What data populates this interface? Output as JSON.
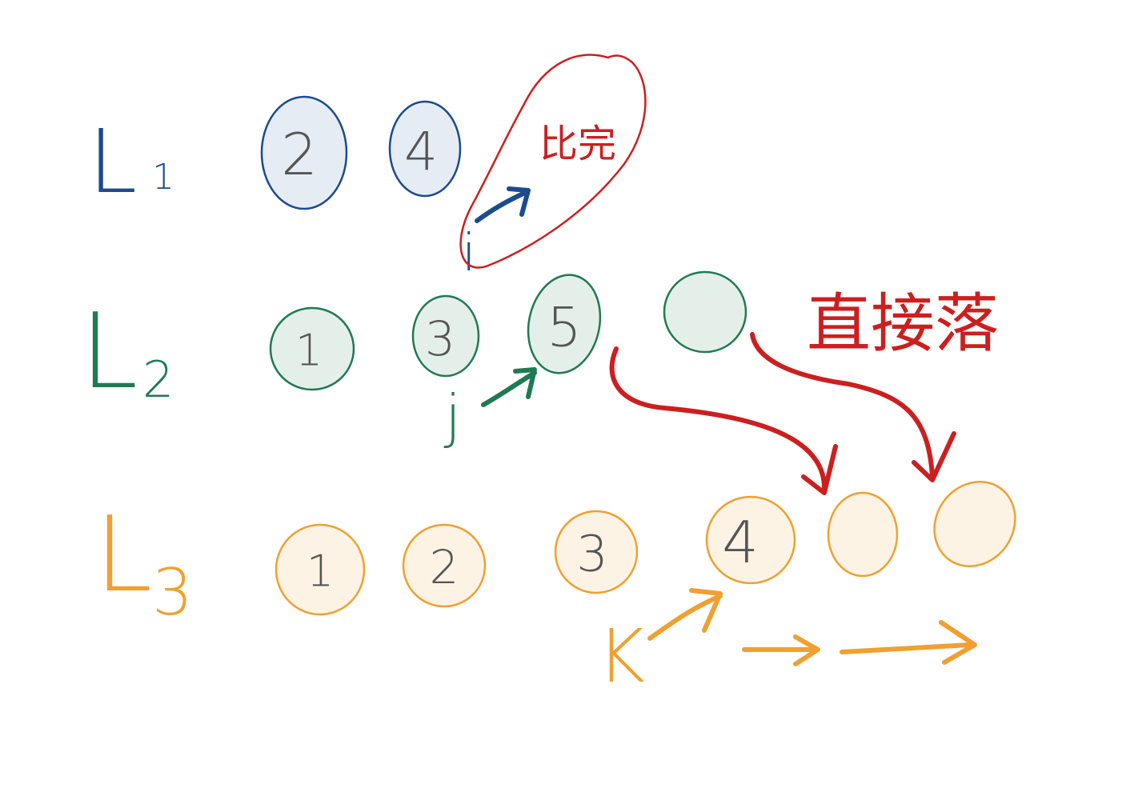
{
  "colors": {
    "list1": "#1b4b8f",
    "list1_fill": "#e6ecf4",
    "list2": "#1f7a52",
    "list2_fill": "#e5efe9",
    "list3": "#f0a030",
    "list3_fill": "#fdf3e5",
    "annotation": "#cc1f1f",
    "digit": "#555555"
  },
  "lists": [
    {
      "name": "L1",
      "label_letter": "L",
      "label_sub": "1",
      "nodes": [
        "2",
        "4"
      ]
    },
    {
      "name": "L2",
      "label_letter": "L",
      "label_sub": "2",
      "nodes": [
        "1",
        "3",
        "5",
        ""
      ]
    },
    {
      "name": "L3",
      "label_letter": "L",
      "label_sub": "3",
      "nodes": [
        "1",
        "2",
        "3",
        "4",
        "",
        ""
      ]
    }
  ],
  "pointers": {
    "i": "i",
    "j": "j",
    "k": "K"
  },
  "annotations": {
    "done": "比完",
    "direct_drop": "直接落"
  }
}
